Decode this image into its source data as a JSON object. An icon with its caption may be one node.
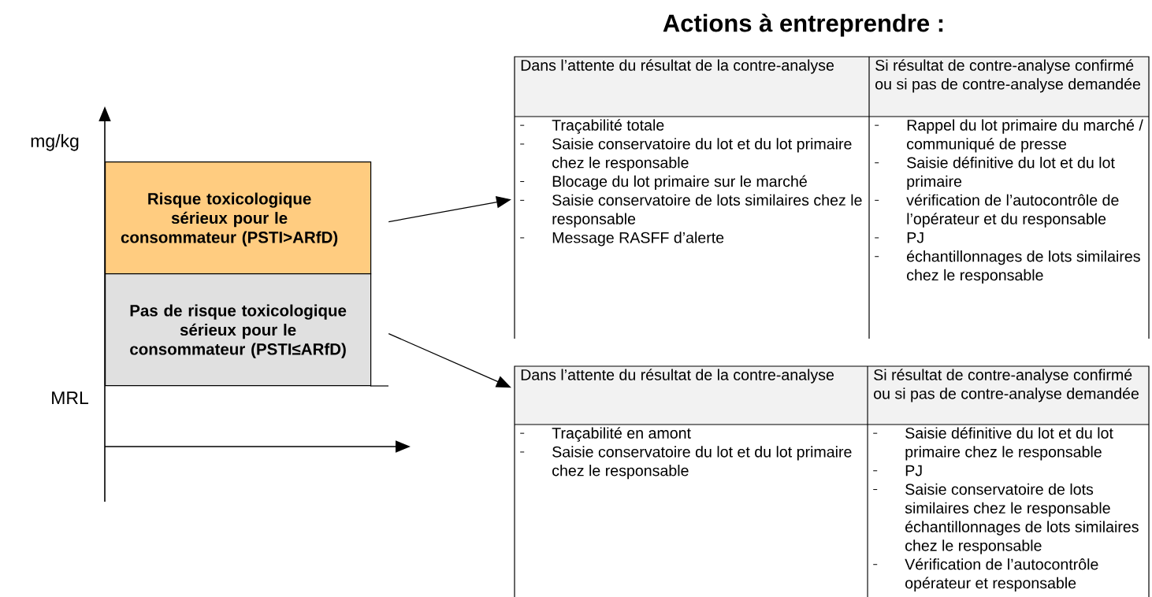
{
  "diagram": {
    "title": "Actions à entreprendre :",
    "nodes": [
      {
        "text": [
          "Risque toxicologique sérieux pour le consommateur (PSTI>ARfD)"
        ]
      },
      {
        "text": [
          "Pas de risque toxicologique sérieux pour le consommateur (PSTI≤ARfD)"
        ]
      },
      {
        "text": [],
        "shape": "box"
      },
      {
        "text": [
          "Dans l’attente du résultat de la contre-analyse"
        ],
        "in": 2
      },
      {
        "text": [
          "Si résultat de contre-analyse confirmé ou si pas de contre-analyse demandée"
        ],
        "in": 2
      },
      {
        "text": [
          "Traçabilité totale",
          "Saisie conservatoire du lot et du lot primaire chez le responsable",
          "Blocage du lot primaire sur le marché",
          "Saisie conservatoire de lots similaires chez le responsable",
          "Message RASFF d’alerte"
        ],
        "in": 2
      },
      {
        "text": [
          "Rappel du lot primaire du marché / communiqué de presse",
          "Saisie définitive du lot et du lot primaire",
          "vérification de l’autocontrôle de l’opérateur et du responsable",
          "PJ",
          "échantillonnages de lots similaires chez le responsable"
        ],
        "in": 2
      },
      {
        "text": [],
        "shape": "box"
      },
      {
        "text": [
          "Dans l’attente du résultat de la contre-analyse"
        ],
        "in": 7
      },
      {
        "text": [
          "Si résultat de contre-analyse confirmé ou si pas de contre-analyse demandée"
        ],
        "in": 7
      },
      {
        "text": [
          "Traçabilité en amont",
          "Saisie conservatoire du lot et du lot primaire chez le responsable"
        ],
        "in": 7
      },
      {
        "text": [
          "Saisie définitive du lot et du lot primaire chez le responsable",
          "PJ",
          "Saisie conservatoire de lots similaires chez le responsable échantillonnages de lots similaires chez le responsable",
          "Vérification de l’autocontrôle opérateur et responsable"
        ],
        "in": 7
      }
    ],
    "edges": [
      {
        "from": 0,
        "to": 2,
        "arrow": "to"
      },
      {
        "from": 1,
        "to": 7,
        "arrow": "to"
      }
    ],
    "labels": [
      "mg/kg",
      "MRL"
    ]
  }
}
